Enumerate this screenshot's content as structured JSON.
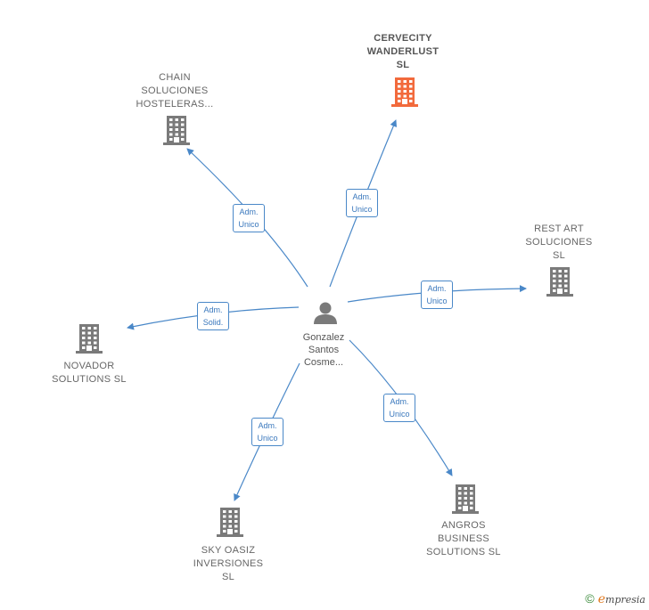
{
  "center": {
    "name": "Gonzalez\nSantos\nCosme..."
  },
  "companies": [
    {
      "id": "cervecity",
      "name": "CERVECITY\nWANDERLUST\nSL",
      "highlight": true
    },
    {
      "id": "chain",
      "name": "CHAIN\nSOLUCIONES\nHOSTELERAS...",
      "highlight": false
    },
    {
      "id": "restart",
      "name": "REST ART\nSOLUCIONES\nSL",
      "highlight": false
    },
    {
      "id": "novador",
      "name": "NOVADOR\nSOLUTIONS  SL",
      "highlight": false
    },
    {
      "id": "skyoasiz",
      "name": "SKY OASIZ\nINVERSIONES\nSL",
      "highlight": false
    },
    {
      "id": "angros",
      "name": "ANGROS\nBUSINESS\nSOLUTIONS  SL",
      "highlight": false
    }
  ],
  "relations": [
    {
      "to": "cervecity",
      "label": "Adm.\nUnico"
    },
    {
      "to": "chain",
      "label": "Adm.\nUnico"
    },
    {
      "to": "restart",
      "label": "Adm.\nUnico"
    },
    {
      "to": "novador",
      "label": "Adm.\nSolid."
    },
    {
      "to": "skyoasiz",
      "label": "Adm.\nUnico"
    },
    {
      "to": "angros",
      "label": "Adm.\nUnico"
    }
  ],
  "colors": {
    "edge": "#4a88c8",
    "building": "#7a7a7a",
    "highlight": "#f26a3c",
    "person": "#7a7a7a"
  },
  "footer": {
    "copyright": "©",
    "brand_initial": "e",
    "brand_rest": "mpresia"
  }
}
